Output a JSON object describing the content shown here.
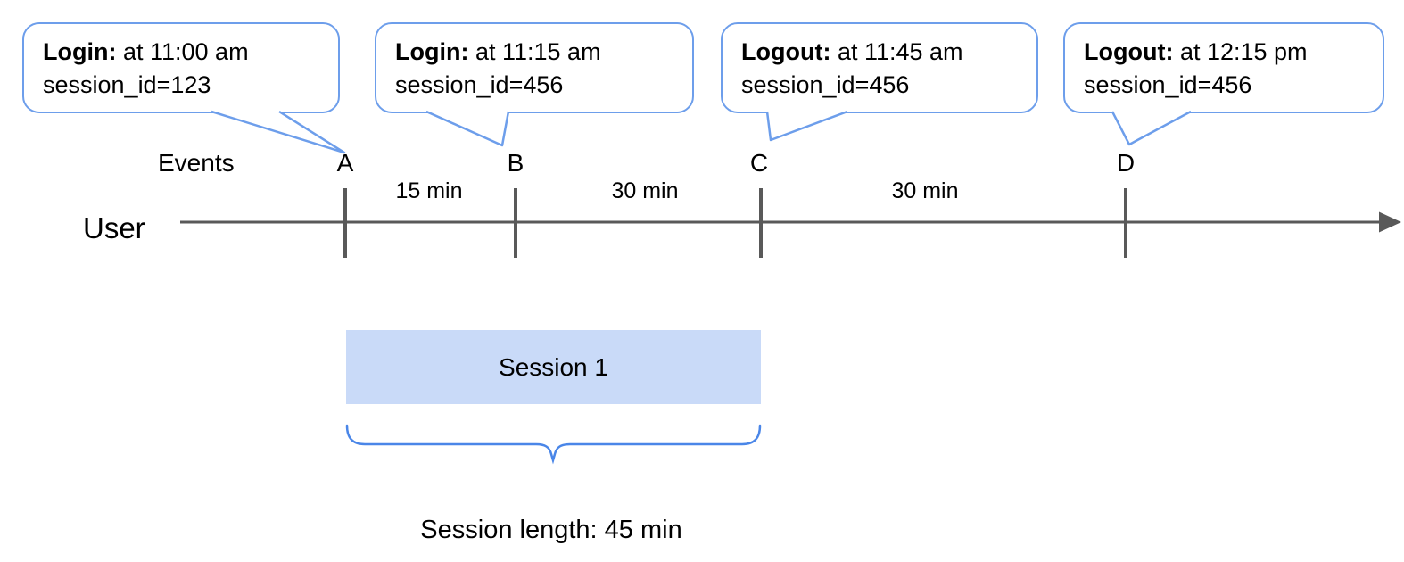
{
  "colors": {
    "bubble_border": "#6d9eeb",
    "session_fill": "#c9daf8",
    "brace": "#4a86e8",
    "timeline_line": "#595959",
    "text": "#000000"
  },
  "callouts": [
    {
      "event": "Login:",
      "detail": " at 11:00 am",
      "session": "session_id=123",
      "target_event": "A"
    },
    {
      "event": "Login:",
      "detail": " at 11:15 am",
      "session": "session_id=456",
      "target_event": "B"
    },
    {
      "event": "Logout:",
      "detail": " at 11:45 am",
      "session": "session_id=456",
      "target_event": "C"
    },
    {
      "event": "Logout:",
      "detail": " at 12:15 pm",
      "session": "session_id=456",
      "target_event": "D"
    }
  ],
  "timeline": {
    "events_label": "Events",
    "axis_label": "User",
    "events": [
      "A",
      "B",
      "C",
      "D"
    ],
    "intervals": [
      "15 min",
      "30 min",
      "30 min"
    ]
  },
  "session": {
    "box_label": "Session 1",
    "length_label": "Session length: 45 min"
  }
}
